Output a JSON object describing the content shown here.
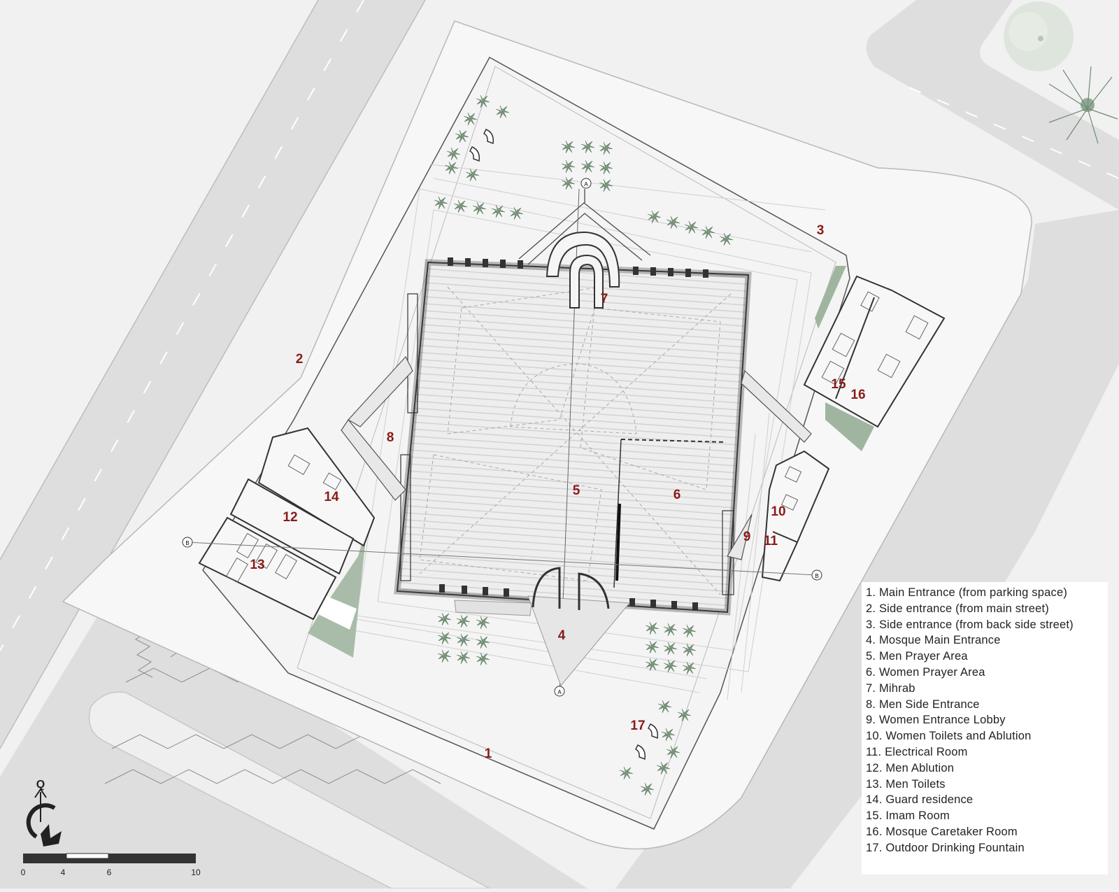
{
  "labels": [
    {
      "id": "1",
      "text": "1"
    },
    {
      "id": "2",
      "text": "2"
    },
    {
      "id": "3",
      "text": "3"
    },
    {
      "id": "4",
      "text": "4"
    },
    {
      "id": "5",
      "text": "5"
    },
    {
      "id": "6",
      "text": "6"
    },
    {
      "id": "7",
      "text": "7"
    },
    {
      "id": "8",
      "text": "8"
    },
    {
      "id": "9",
      "text": "9"
    },
    {
      "id": "10",
      "text": "10"
    },
    {
      "id": "11",
      "text": "11"
    },
    {
      "id": "12",
      "text": "12"
    },
    {
      "id": "13",
      "text": "13"
    },
    {
      "id": "14",
      "text": "14"
    },
    {
      "id": "15",
      "text": "15"
    },
    {
      "id": "16",
      "text": "16"
    },
    {
      "id": "17",
      "text": "17"
    }
  ],
  "section_markers": {
    "a": "A",
    "b": "B"
  },
  "legend": [
    "1.  Main Entrance (from parking space)",
    "2.  Side entrance (from main street)",
    "3.  Side entrance (from back side street)",
    "4.  Mosque Main Entrance",
    "5.  Men Prayer Area",
    "6.  Women Prayer Area",
    "7.  Mihrab",
    "8. Men Side Entrance",
    "9. Women Entrance Lobby",
    "10. Women Toilets and Ablution",
    "11. Electrical Room",
    "12. Men Ablution",
    "13. Men Toilets",
    "14. Guard residence",
    "15. Imam Room",
    "16. Mosque Caretaker Room",
    "17. Outdoor Drinking Fountain"
  ],
  "north_arrow": {
    "letter": "Q"
  },
  "scale_bar": {
    "ticks": [
      "0",
      "4",
      "6",
      "10"
    ]
  },
  "colors": {
    "label": "#8b1a1a",
    "road": "#d9d9d9",
    "plot": "#f5f5f5",
    "green": "#9fb5a0"
  }
}
